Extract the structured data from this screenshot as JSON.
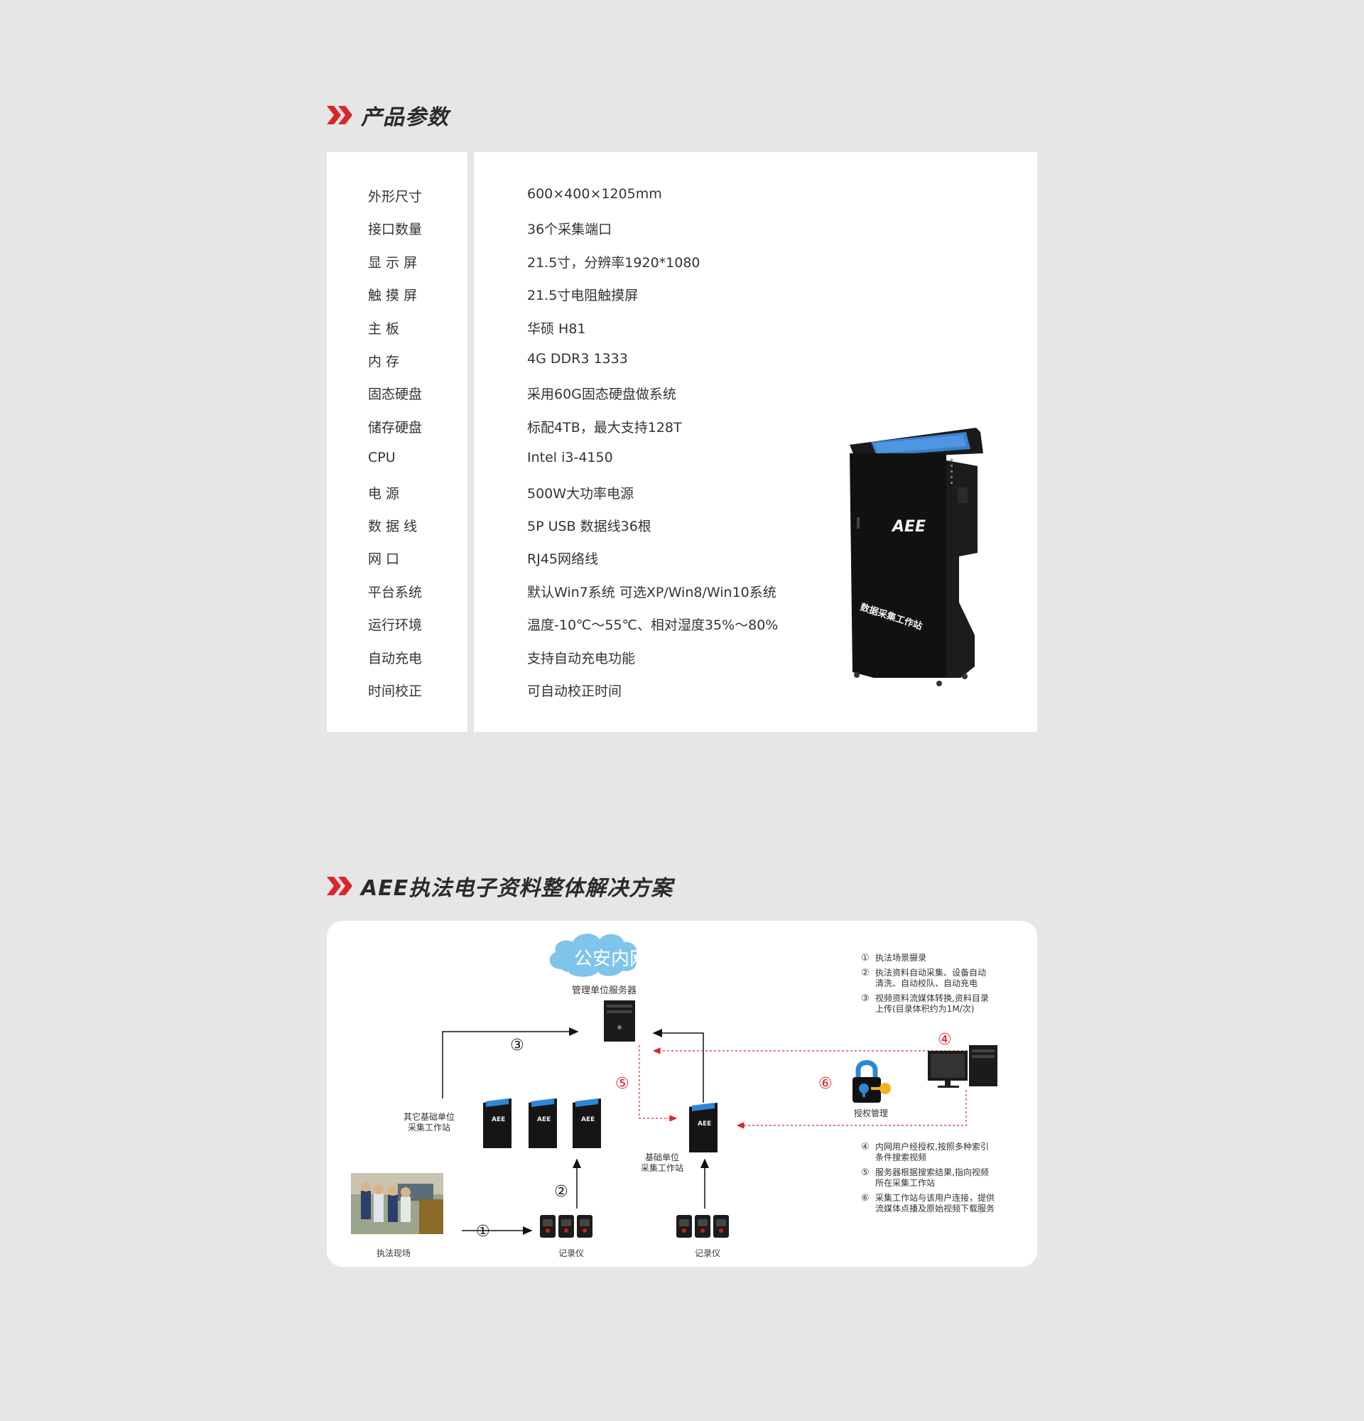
{
  "section1": {
    "title": "产品参数"
  },
  "specs": [
    {
      "label": "外形尺寸",
      "value": "600×400×1205mm"
    },
    {
      "label": "接口数量",
      "value": "36个采集端口"
    },
    {
      "label": "显 示 屏",
      "value": "21.5寸，分辨率1920*1080"
    },
    {
      "label": "触 摸 屏",
      "value": "21.5寸电阻触摸屏"
    },
    {
      "label": "主 板",
      "value": "华硕 H81"
    },
    {
      "label": "内 存",
      "value": "4G DDR3 1333"
    },
    {
      "label": "固态硬盘",
      "value": "采用60G固态硬盘做系统"
    },
    {
      "label": "储存硬盘",
      "value": "标配4TB，最大支持128T"
    },
    {
      "label": "CPU",
      "value": "Intel i3-4150"
    },
    {
      "label": "电 源",
      "value": "500W大功率电源"
    },
    {
      "label": "数 据 线",
      "value": "5P USB 数据线36根"
    },
    {
      "label": "网 口",
      "value": "RJ45网络线"
    },
    {
      "label": "平台系统",
      "value": "默认Win7系统  可选XP/Win8/Win10系统"
    },
    {
      "label": "运行环境",
      "value": "温度-10℃～55℃、相对湿度35%～80%"
    },
    {
      "label": "自动充电",
      "value": "支持自动充电功能"
    },
    {
      "label": "时间校正",
      "value": "可自动校正时间"
    }
  ],
  "product_image": {
    "brand": "AEE",
    "side_text": "数据采集工作站"
  },
  "section2": {
    "title": "AEE执法电子资料整体解决方案"
  },
  "diagram": {
    "cloud_label": "公安内网",
    "server_label": "管理单位服务器",
    "other_station_label_1": "其它基础单位",
    "other_station_label_2": "采集工作站",
    "base_station_label_1": "基础单位",
    "base_station_label_2": "采集工作站",
    "auth_label": "授权管理",
    "scene_label": "执法现场",
    "recorder_label_1": "记录仪",
    "recorder_label_2": "记录仪",
    "station_brand": "AEE",
    "markers": [
      "①",
      "②",
      "③",
      "④",
      "⑤",
      "⑥"
    ],
    "legend_top": [
      {
        "num": "①",
        "lines": [
          "执法场景摄录"
        ]
      },
      {
        "num": "②",
        "lines": [
          "执法资料自动采集、设备自动",
          "清洗、自动校队、自动充电"
        ]
      },
      {
        "num": "③",
        "lines": [
          "视频资料流媒体转换,资料目录",
          "上传(目录体积约为1M/次)"
        ]
      }
    ],
    "legend_bottom": [
      {
        "num": "④",
        "lines": [
          "内网用户经授权,按照多种索引",
          "条件搜索视频"
        ]
      },
      {
        "num": "⑤",
        "lines": [
          "服务器根据搜索结果,指向视频",
          "所在采集工作站"
        ]
      },
      {
        "num": "⑥",
        "lines": [
          "采集工作站与该用户连接，提供",
          "流媒体点播及原始视频下载服务"
        ]
      }
    ]
  },
  "colors": {
    "accent_red": "#d9262c",
    "background": "#e6e6e6",
    "cloud_blue": "#7fc4ea",
    "text_dark": "#333333"
  }
}
